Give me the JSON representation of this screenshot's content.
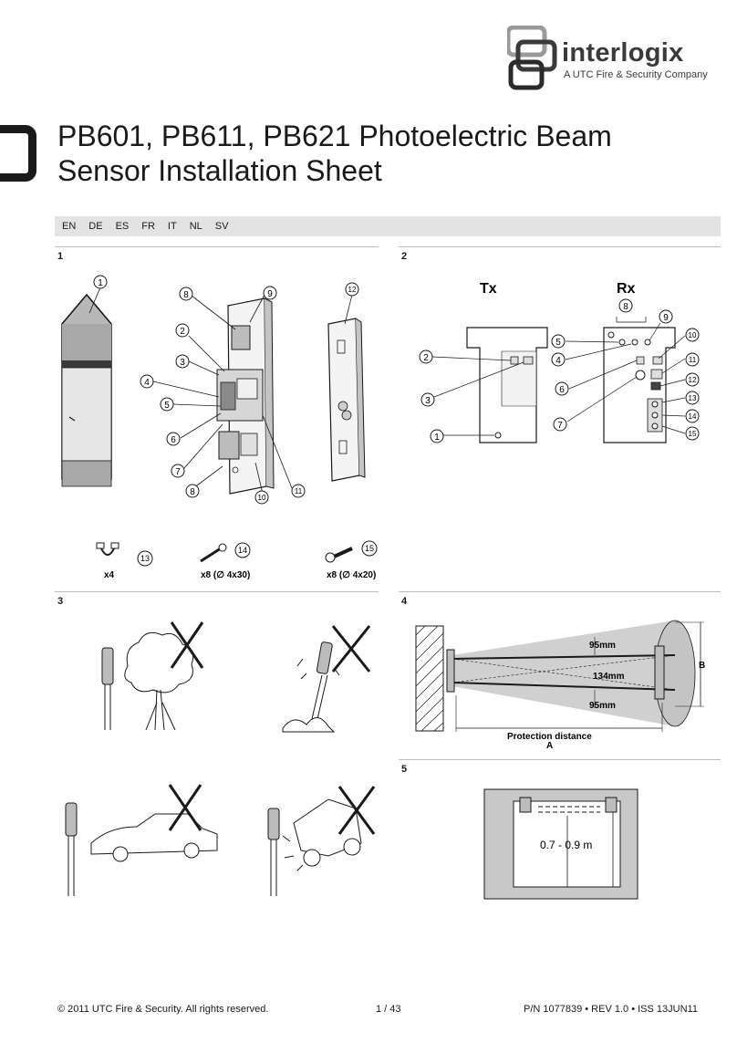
{
  "brand": {
    "name": "interlogix",
    "tagline": "A UTC Fire & Security Company"
  },
  "document": {
    "title_line1": "PB601, PB611, PB621 Photoelectric Beam",
    "title_line2": "Sensor Installation Sheet"
  },
  "languages": [
    "EN",
    "DE",
    "ES",
    "FR",
    "IT",
    "NL",
    "SV"
  ],
  "sections": {
    "s1": "1",
    "s2": "2",
    "s3": "3",
    "s4": "4",
    "s5": "5"
  },
  "figure1": {
    "callouts": [
      "1",
      "2",
      "3",
      "4",
      "5",
      "6",
      "7",
      "8",
      "8",
      "9",
      "10",
      "11",
      "12"
    ],
    "parts": [
      {
        "callout": "13",
        "qty": "x4"
      },
      {
        "callout": "14",
        "qty": "x8 (∅ 4x30)"
      },
      {
        "callout": "15",
        "qty": "x8 (∅ 4x20)"
      }
    ]
  },
  "figure2": {
    "tx_label": "Tx",
    "rx_label": "Rx",
    "tx_callouts": [
      "2",
      "3",
      "1"
    ],
    "rx_callouts": [
      "8",
      "5",
      "4",
      "6",
      "7",
      "9",
      "10",
      "11",
      "12",
      "13",
      "14",
      "15"
    ]
  },
  "figure4": {
    "top_gap": "95mm",
    "middle_gap": "134mm",
    "bottom_gap": "95mm",
    "b_label": "B",
    "distance_label": "Protection distance",
    "a_label": "A"
  },
  "figure5": {
    "height_label": "0.7 - 0.9 m"
  },
  "footer": {
    "copyright": "© 2011 UTC Fire & Security. All rights reserved.",
    "page": "1 / 43",
    "part_number": "P/N 1077839 • REV 1.0 • ISS 13JUN11"
  },
  "colors": {
    "text": "#1a1a1a",
    "lang_bar": "#e3e3e3",
    "rule": "#bdbdbd",
    "shade": "#d0d0d0"
  }
}
